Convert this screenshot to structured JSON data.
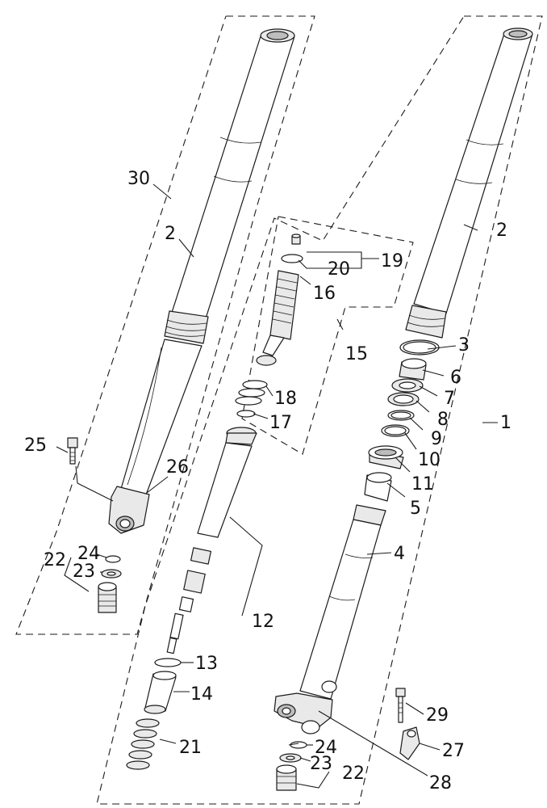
{
  "callouts": {
    "c1": "1",
    "c2a": "2",
    "c2b": "2",
    "c3": "3",
    "c4": "4",
    "c5": "5",
    "c6": "6",
    "c7": "7",
    "c8": "8",
    "c9": "9",
    "c10": "10",
    "c11": "11",
    "c12": "12",
    "c13": "13",
    "c14": "14",
    "c15": "15",
    "c16": "16",
    "c17": "17",
    "c18": "18",
    "c19": "19",
    "c20": "20",
    "c21": "21",
    "c22a": "22",
    "c22b": "22",
    "c23a": "23",
    "c23b": "23",
    "c24a": "24",
    "c24b": "24",
    "c25": "25",
    "c26": "26",
    "c27": "27",
    "c28": "28",
    "c29": "29",
    "c30": "30"
  }
}
